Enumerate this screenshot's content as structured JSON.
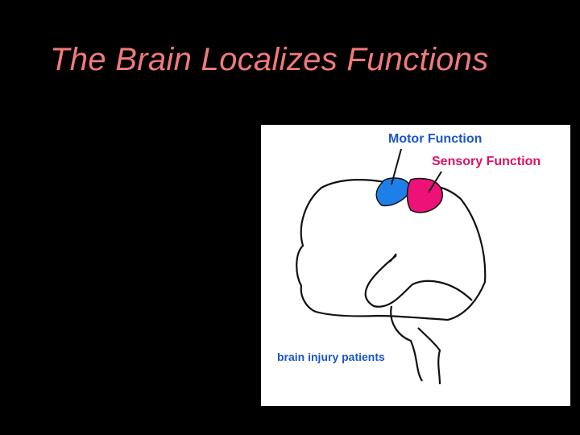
{
  "slide": {
    "title": "The Brain Localizes Functions"
  },
  "diagram": {
    "motor_label": "Motor Function",
    "sensory_label": "Sensory Function",
    "caption": "brain injury patients",
    "colors": {
      "motor": "#1f7fe8",
      "sensory": "#ee1177",
      "motor_label": "#1a55c8",
      "sensory_label": "#dd1166",
      "caption": "#1a55c8",
      "outline": "#111111"
    }
  }
}
